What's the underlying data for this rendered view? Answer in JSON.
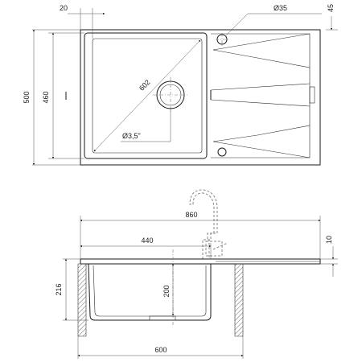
{
  "top_view": {
    "dims": {
      "rim_offset": "20",
      "hole_diameter": "Ø35",
      "corner_offset": "45",
      "overall_depth": "500",
      "bowl_depth": "460",
      "bowl_diagonal": "602",
      "drain_diameter": "Ø3,5\""
    }
  },
  "section_view": {
    "dims": {
      "overall_length": "860",
      "bowl_width": "440",
      "rim_thickness": "10",
      "total_height": "216",
      "bowl_height": "200",
      "cabinet_width": "600"
    }
  }
}
